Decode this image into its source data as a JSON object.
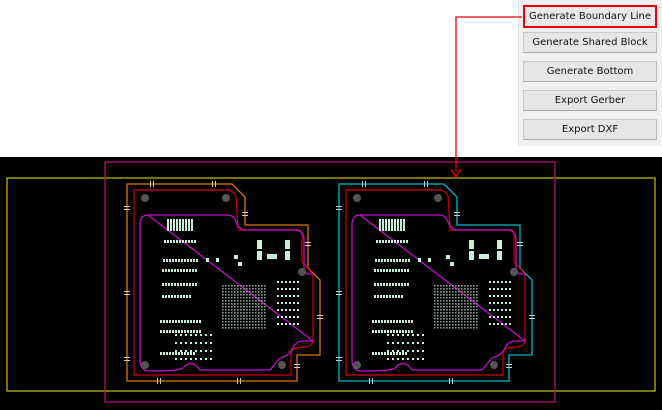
{
  "toolbar": {
    "buttons": [
      {
        "label": "Generate Boundary Line",
        "selected": true
      },
      {
        "label": "Generate Shared Block"
      },
      {
        "label": "Generate Bottom"
      },
      {
        "label": "Export Gerber"
      },
      {
        "label": "Export DXF"
      }
    ]
  },
  "colors": {
    "highlight": "#e8000b",
    "panel_outline": "#c8c000",
    "array_outline": "#c0127a",
    "board_left_outline": "#d87a00",
    "board_right_outline": "#00b8c8",
    "keepout": "#d0000a",
    "boundary_line": "#c010c8",
    "pads": "#c8f0d8"
  }
}
